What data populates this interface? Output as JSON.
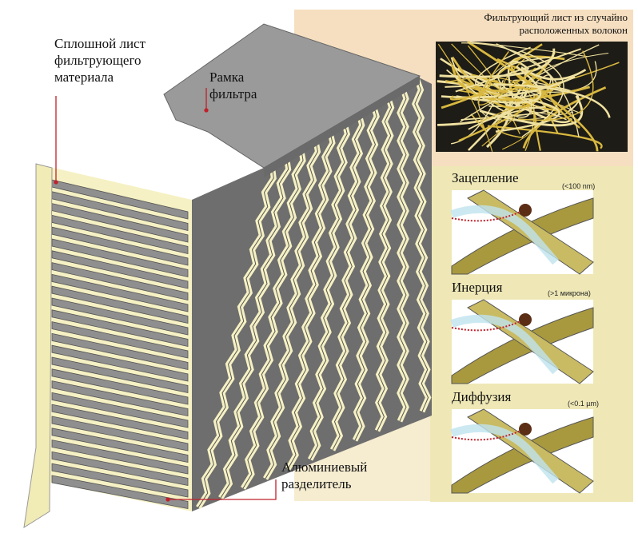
{
  "labels": {
    "solid_sheet": [
      "Сплошной лист",
      "фильтрующего",
      "материала"
    ],
    "frame": [
      "Рамка",
      "фильтра"
    ],
    "separator": [
      "Алюминиевый",
      "разделитель"
    ],
    "fiber_sheet": [
      "Фильтрующий лист из случайно",
      "расположенных волокон"
    ]
  },
  "mechanisms": [
    {
      "title": "Зацепление",
      "size": "(<100 nm)"
    },
    {
      "title": "Инерция",
      "size": "(>1 микрона)"
    },
    {
      "title": "Диффузия",
      "size": "(<0.1 µm)"
    }
  ],
  "colors": {
    "frame": "#8c8c8c",
    "media": "#f6f1c4",
    "panel_top": "#f6dfc0",
    "panel_bottom": "#efe8b6",
    "fiber": "#a8993f",
    "leader": "#c0212a"
  }
}
